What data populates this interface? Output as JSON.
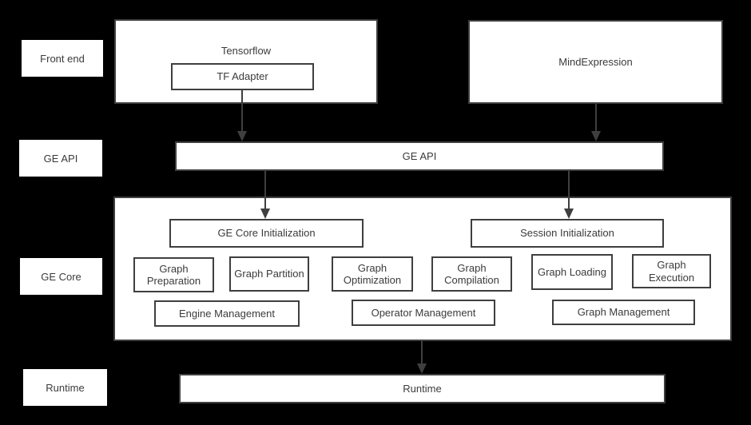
{
  "colors": {
    "background": "#000000",
    "box_fill": "#ffffff",
    "border": "#3f3f3f",
    "text": "#3b3b3b"
  },
  "row_labels": {
    "front_end": "Front end",
    "ge_api": "GE API",
    "ge_core": "GE Core",
    "runtime": "Runtime"
  },
  "nodes": {
    "tensorflow": "Tensorflow",
    "tf_adapter": "TF Adapter",
    "mind_expression": "MindExpression",
    "ge_api": "GE API",
    "ge_core_initialization": "GE Core Initialization",
    "session_initialization": "Session Initialization",
    "graph_preparation": "Graph Preparation",
    "graph_partition": "Graph Partition",
    "graph_optimization": "Graph Optimization",
    "graph_compilation": "Graph Compilation",
    "graph_loading": "Graph Loading",
    "graph_execution": "Graph Execution",
    "engine_management": "Engine Management",
    "operator_management": "Operator Management",
    "graph_management": "Graph Management",
    "runtime": "Runtime"
  }
}
